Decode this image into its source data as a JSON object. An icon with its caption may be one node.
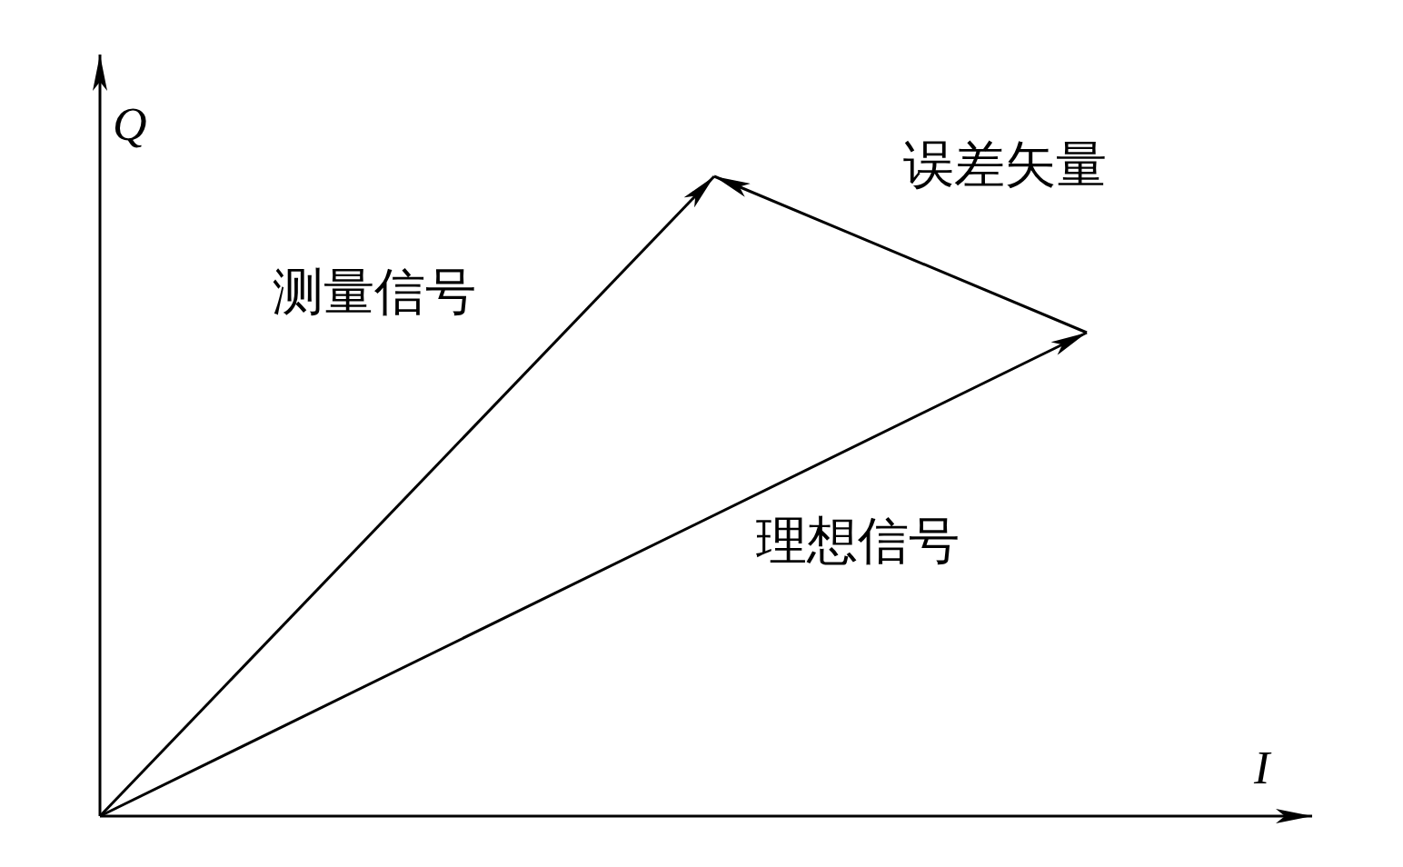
{
  "diagram": {
    "labels": [
      "Q",
      "误差矢量",
      "测量信号",
      "理想信号",
      "I"
    ]
  }
}
